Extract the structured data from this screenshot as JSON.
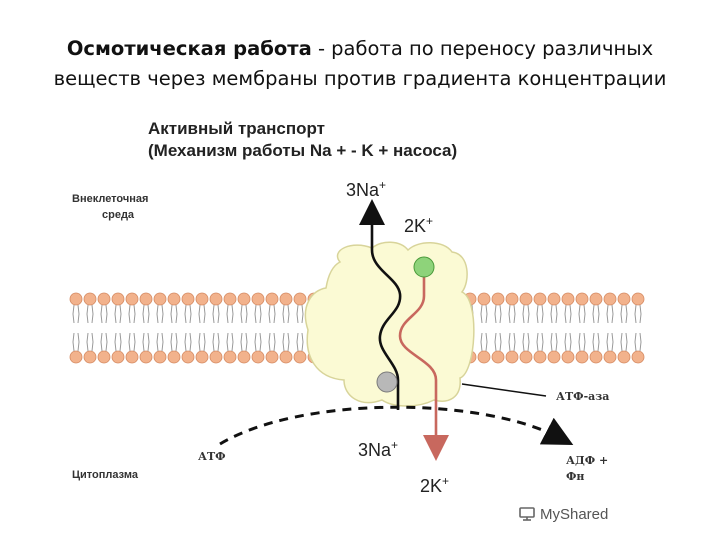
{
  "headline": {
    "bold": "Осмотическая работа",
    "rest1": " - работа по переносу различных",
    "line2": "веществ через мембраны против градиента концентрации"
  },
  "subtitle": {
    "line1": "Активный транспорт",
    "line2": "(Механизм работы Na + - K + насоса)"
  },
  "labels": {
    "extracellular_1": "Внеклеточная",
    "extracellular_2": "среда",
    "cytoplasm": "Цитоплазма",
    "atpase": "АТФ-аза",
    "atp": "АТФ",
    "adp_1": "АДФ +",
    "adp_2": "Фн"
  },
  "ions": {
    "na_top": "3Na",
    "na_top_sup": "+",
    "k_top": "2K",
    "k_top_sup": "+",
    "na_bottom": "3Na",
    "na_bottom_sup": "+",
    "k_bottom": "2K",
    "k_bottom_sup": "+"
  },
  "watermark": "MyShared",
  "colors": {
    "lipid_head": "#f2b28c",
    "protein_fill": "#fbfad4",
    "protein_stroke": "#d8d49a",
    "na_path": "#111111",
    "k_path": "#c8685e",
    "k_ball": "#8ed37a",
    "na_ball": "#b8b8b8"
  }
}
